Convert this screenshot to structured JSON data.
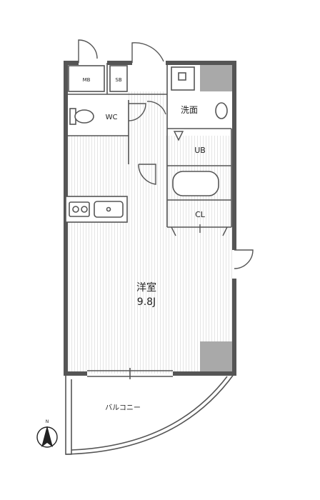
{
  "rooms": {
    "main_name": "洋室",
    "main_size": "9.8J",
    "mb": "MB",
    "sb": "SB",
    "wc": "WC",
    "washroom": "洗面",
    "ub": "UB",
    "cl": "CL",
    "balcony": "バルコニー"
  },
  "compass": {
    "north": "N"
  },
  "colors": {
    "wall": "#555555",
    "floor_stripe": "#dcdcdc",
    "shaft": "#a9a9a9"
  }
}
